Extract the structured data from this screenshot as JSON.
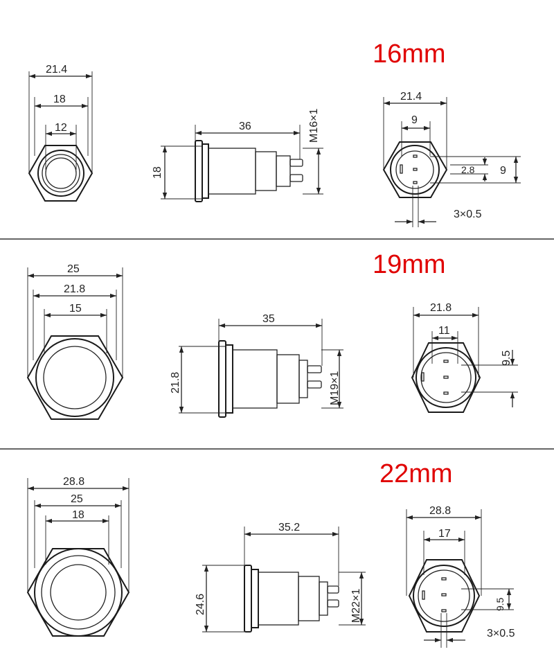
{
  "sections": [
    {
      "title": "16mm",
      "front": {
        "d1": "21.4",
        "d2": "18",
        "d3": "12"
      },
      "side": {
        "length": "36",
        "height": "18",
        "thread": "M16×1"
      },
      "back": {
        "d1": "21.4",
        "d2": "9",
        "d3": "2.8",
        "d4": "9",
        "pin": "3×0.5"
      }
    },
    {
      "title": "19mm",
      "front": {
        "d1": "25",
        "d2": "21.8",
        "d3": "15"
      },
      "side": {
        "length": "35",
        "height": "21.8",
        "thread": "M19×1"
      },
      "back": {
        "d1": "21.8",
        "d2": "11",
        "d3": "9.5"
      }
    },
    {
      "title": "22mm",
      "front": {
        "d1": "28.8",
        "d2": "25",
        "d3": "18"
      },
      "side": {
        "length": "35.2",
        "height": "24.6",
        "thread": "M22×1"
      },
      "back": {
        "d1": "28.8",
        "d2": "17",
        "d3": "9.5",
        "pin": "3×0.5"
      }
    }
  ]
}
